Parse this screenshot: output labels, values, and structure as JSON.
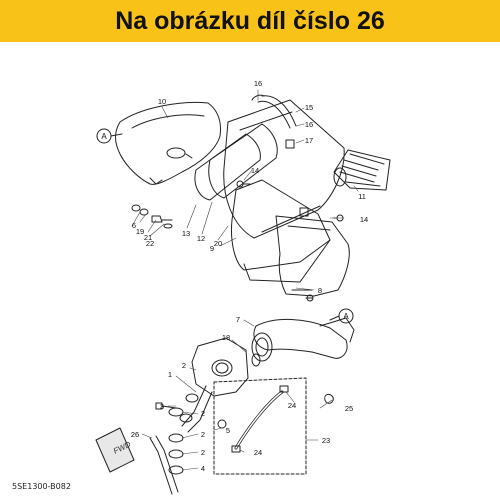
{
  "header": {
    "title": "Na obrázku díl číslo 26",
    "background": "#f8c219"
  },
  "diagram": {
    "part_labels": [
      "1",
      "2",
      "2",
      "2",
      "2",
      "3",
      "4",
      "5",
      "6",
      "7",
      "8",
      "9",
      "10",
      "11",
      "12",
      "13",
      "14",
      "14",
      "15",
      "16",
      "16",
      "17",
      "18",
      "19",
      "20",
      "21",
      "22",
      "23",
      "24",
      "24",
      "25",
      "26"
    ],
    "callout_labels": [
      "A",
      "A"
    ],
    "direction_marker": "FWD",
    "code": "5SE1300-B082",
    "highlighted_part": "26"
  }
}
